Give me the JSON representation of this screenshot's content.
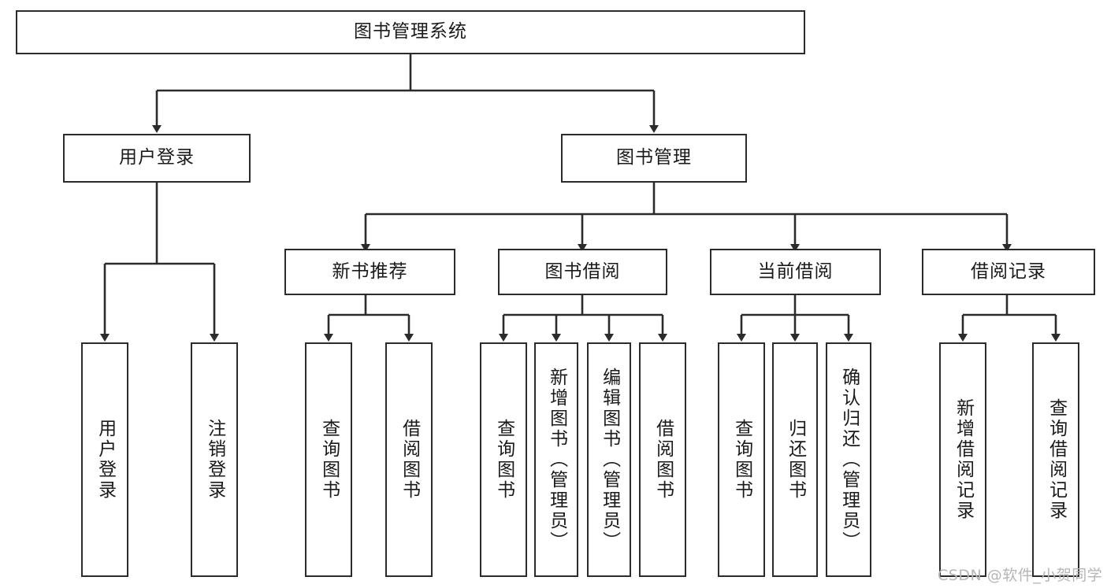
{
  "diagram": {
    "title": "图书管理系统",
    "orientation": "top-down-tree",
    "root": {
      "id": "root",
      "label": "图书管理系统"
    },
    "level1": [
      {
        "id": "user-login",
        "label": "用户登录"
      },
      {
        "id": "book-management",
        "label": "图书管理"
      }
    ],
    "level2": [
      {
        "id": "new-book-recommend",
        "label": "新书推荐",
        "parent": "book-management"
      },
      {
        "id": "book-borrow",
        "label": "图书借阅",
        "parent": "book-management"
      },
      {
        "id": "current-borrow",
        "label": "当前借阅",
        "parent": "book-management"
      },
      {
        "id": "borrow-record",
        "label": "借阅记录",
        "parent": "book-management"
      }
    ],
    "leaves": [
      {
        "id": "leaf-user-login",
        "label": "用户登录",
        "parent": "user-login"
      },
      {
        "id": "leaf-logout-login",
        "label": "注销登录",
        "parent": "user-login"
      },
      {
        "id": "leaf-query-book-1",
        "label": "查询图书",
        "parent": "new-book-recommend"
      },
      {
        "id": "leaf-borrow-book-1",
        "label": "借阅图书",
        "parent": "new-book-recommend"
      },
      {
        "id": "leaf-query-book-2",
        "label": "查询图书",
        "parent": "book-borrow"
      },
      {
        "id": "leaf-add-book",
        "label": "新增图书（管理员）",
        "parent": "book-borrow"
      },
      {
        "id": "leaf-edit-book",
        "label": "编辑图书（管理员）",
        "parent": "book-borrow"
      },
      {
        "id": "leaf-borrow-book-2",
        "label": "借阅图书",
        "parent": "book-borrow"
      },
      {
        "id": "leaf-query-book-3",
        "label": "查询图书",
        "parent": "current-borrow"
      },
      {
        "id": "leaf-return-book",
        "label": "归还图书",
        "parent": "current-borrow"
      },
      {
        "id": "leaf-confirm-return",
        "label": "确认归还（管理员）",
        "parent": "current-borrow"
      },
      {
        "id": "leaf-add-borrow-record",
        "label": "新增借阅记录",
        "parent": "borrow-record"
      },
      {
        "id": "leaf-query-borrow-record",
        "label": "查询借阅记录",
        "parent": "borrow-record"
      }
    ],
    "colors": {
      "border": "#2b2b2b",
      "background": "#ffffff",
      "text": "#1a1a1a",
      "connector": "#2b2b2b",
      "watermark": "#b6b6b6"
    }
  },
  "watermark": {
    "text": "CSDN @软件_小贺同学"
  }
}
